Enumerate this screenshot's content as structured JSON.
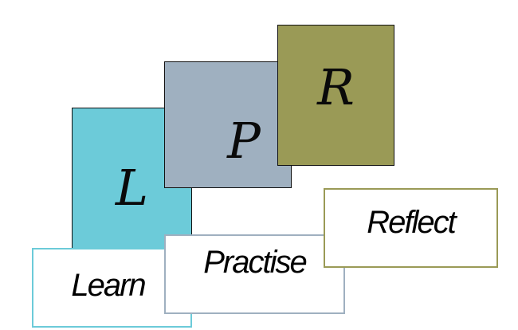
{
  "colors": {
    "learn": "#6ccbd9",
    "practise": "#9fb0c0",
    "reflect": "#9a9a56"
  },
  "cards": [
    {
      "letter": "L",
      "label": "Learn"
    },
    {
      "letter": "P",
      "label": "Practise"
    },
    {
      "letter": "R",
      "label": "Reflect"
    }
  ]
}
